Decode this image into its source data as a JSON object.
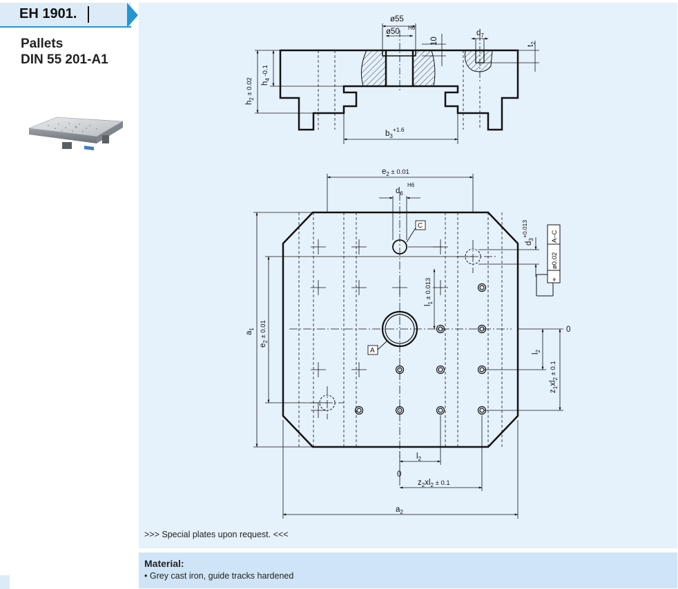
{
  "header": {
    "code": "EH 1901."
  },
  "product": {
    "title_line1": "Pallets",
    "title_line2": "DIN 55 201-A1"
  },
  "drawing": {
    "dims": {
      "d55": "ø55",
      "d50": "ø50",
      "h6a": "H6",
      "ten": "10",
      "d7": "d",
      "d7sub": "7",
      "t2": "t",
      "t2sub": "2",
      "h2": "h",
      "h2sub": "2",
      "h2tol": " ± 0.02",
      "h4": "h",
      "h4sub": "4",
      "h4tol": " -0.1",
      "b3": "b",
      "b3sub": "3",
      "b3tol": "+1.6",
      "e2": "e",
      "e2sub": "2",
      "e2tol": " ± 0.01",
      "d6": "d",
      "d6sub": "6",
      "h6b": "H6",
      "labelC": "C",
      "labelA": "A",
      "d3": "d",
      "d3sub": "3",
      "d3tol": "+0.013",
      "fc1": "⌖",
      "fc2": "ø0.02",
      "fc3": "A–C",
      "l1": "l",
      "l1sub": "1",
      "l1tol": " ± 0.013",
      "a1": "a",
      "a1sub": "1",
      "e2v": "e",
      "e2vsub": "2",
      "e2vtol": " ± 0.01",
      "zero_r": "0",
      "l2r": "l",
      "l2rsub": "2",
      "z1a": "z",
      "z1sub": "1",
      "z1b": "xl",
      "z1sub2": "2",
      "z1tol": " ± 0.1",
      "l2b": "l",
      "l2bsub": "2",
      "zero_b": "0",
      "z2a": "z",
      "z2sub": "2",
      "z2b": "xl",
      "z2sub2": "2",
      "z2tol": " ± 0.1",
      "a2": "a",
      "a2sub": "2"
    }
  },
  "note": ">>> Special plates upon request. <<<",
  "material": {
    "title": "Material:",
    "items": [
      "Grey cast iron, guide tracks hardened"
    ]
  },
  "colors": {
    "accent": "#2196d3",
    "panel": "#e5f1fb",
    "material_panel": "#cfe5f7",
    "tab": "#dcebf7"
  }
}
